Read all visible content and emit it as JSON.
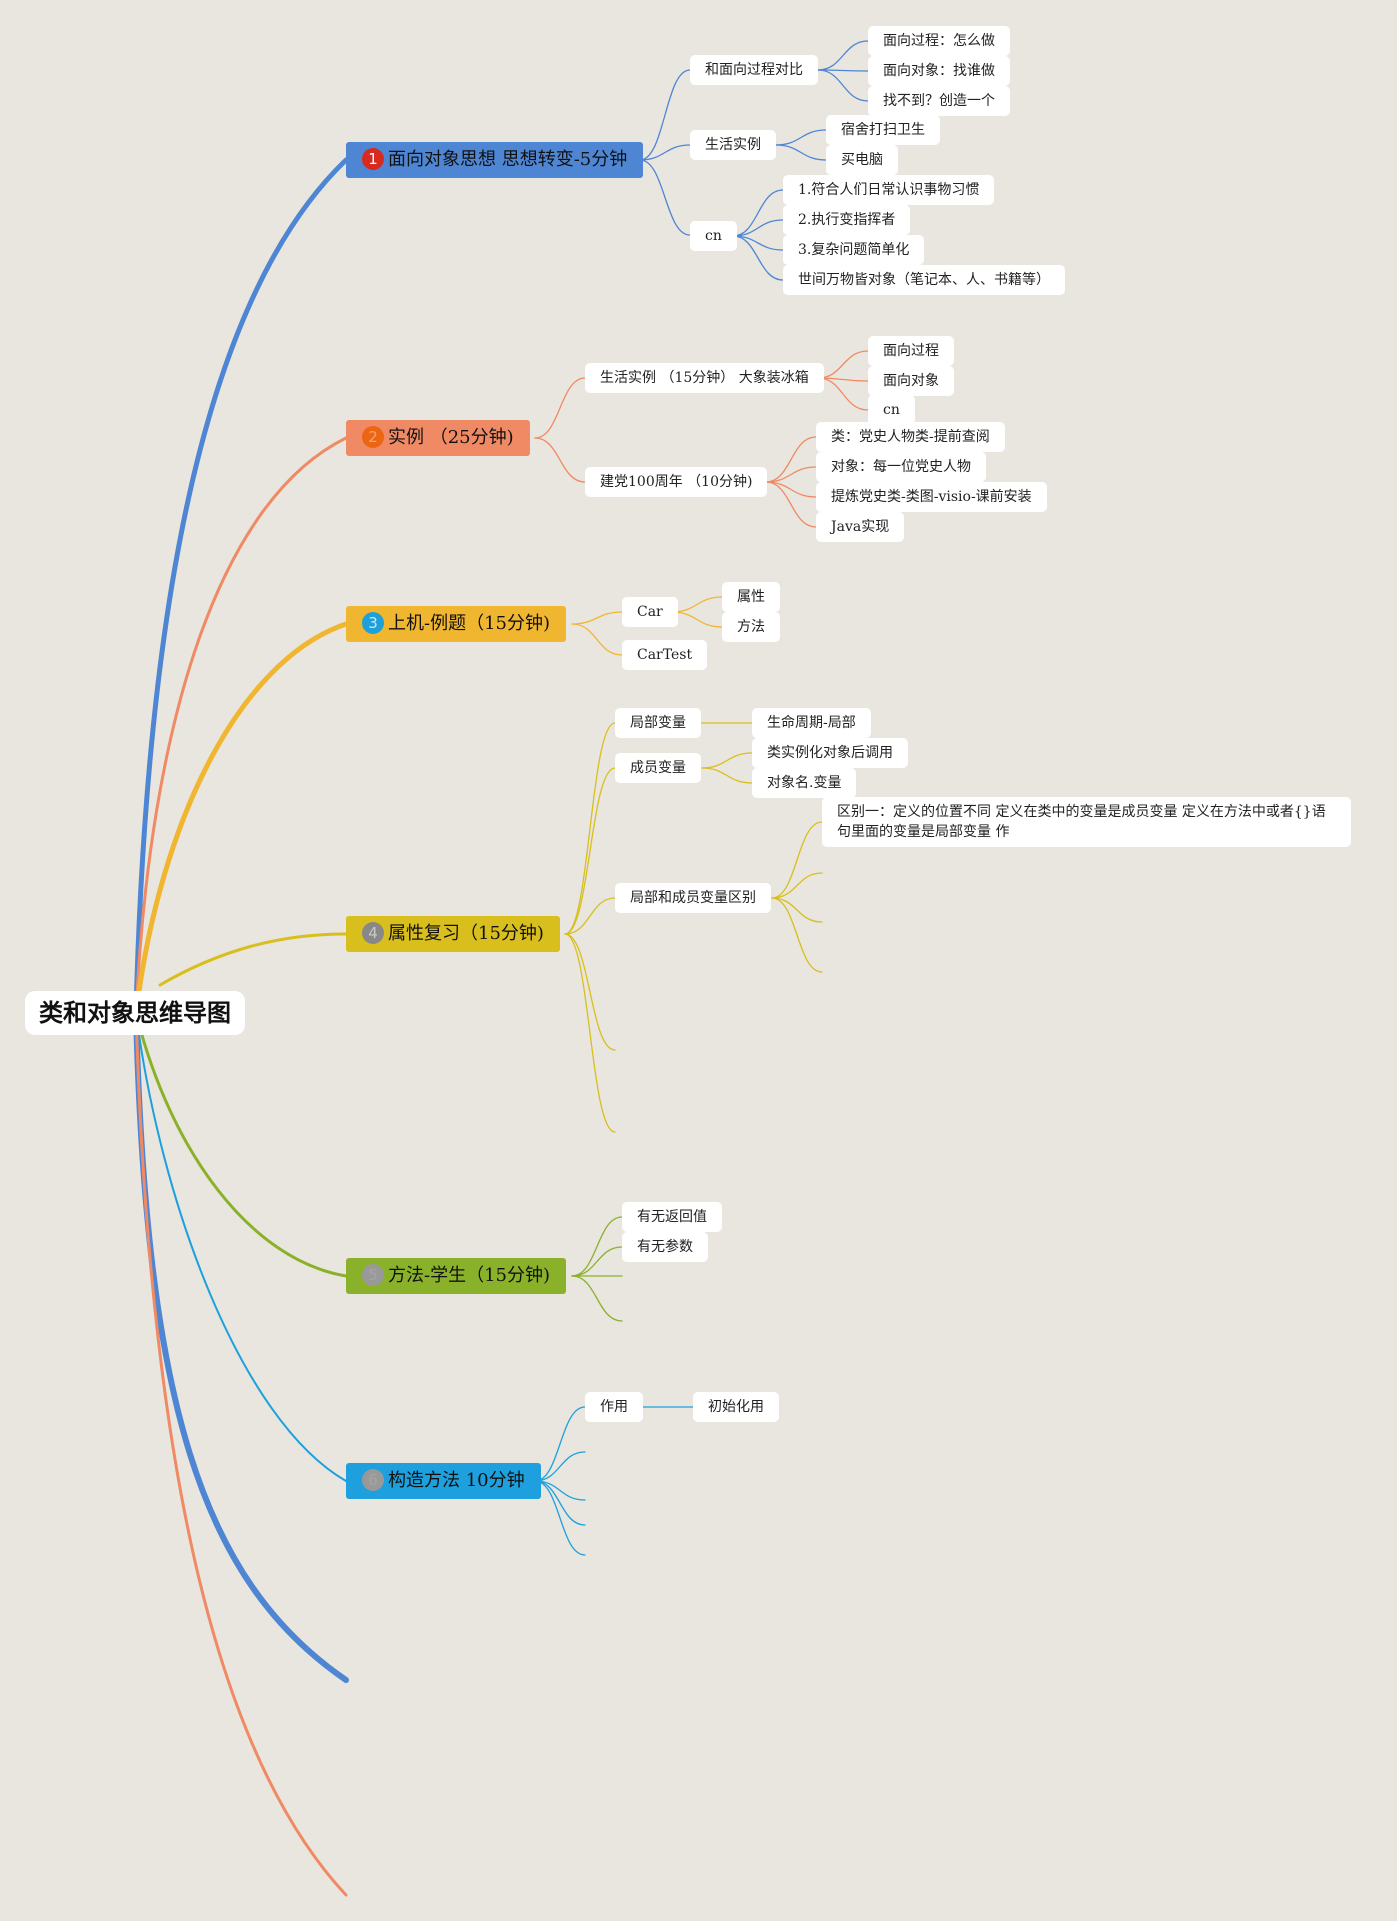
{
  "root": {
    "label": "类和对象思维导图"
  },
  "branches": [
    {
      "number": "1",
      "label": "面向对象思想 思想转变-5分钟",
      "color": "#4e86d4",
      "badge_color": "#d62b1e",
      "badge_text_color": "#ffffff",
      "children": [
        {
          "label": "和面向过程对比",
          "children": [
            "面向过程：怎么做",
            "面向对象：找谁做",
            "找不到？创造一个"
          ]
        },
        {
          "label": "生活实例",
          "children": [
            "宿舍打扫卫生",
            "买电脑"
          ]
        },
        {
          "label": "cn",
          "children": [
            "1.符合人们日常认识事物习惯",
            "2.执行变指挥者",
            "3.复杂问题简单化",
            "世间万物皆对象（笔记本、人、书籍等）"
          ]
        }
      ]
    },
    {
      "number": "2",
      "label": "实例 （25分钟)",
      "color": "#f08a65",
      "badge_color": "#ec6513",
      "badge_text_color": "#f5a36e",
      "children": [
        {
          "label": "生活实例 （15分钟） 大象装冰箱",
          "children": [
            "面向过程",
            "面向对象",
            "cn"
          ]
        },
        {
          "label": "建党100周年 （10分钟)",
          "children": [
            "类：党史人物类-提前查阅",
            "对象：每一位党史人物",
            "提炼党史类-类图-visio-课前安装",
            "Java实现"
          ]
        }
      ]
    },
    {
      "number": "3",
      "label": "上机-例题（15分钟)",
      "color": "#f0b630",
      "badge_color": "#1fa0d8",
      "badge_text_color": "#c8e8f5",
      "children": [
        {
          "label": "Car",
          "children": [
            "属性",
            "方法"
          ]
        },
        {
          "label": "CarTest",
          "children": []
        }
      ]
    },
    {
      "number": "4",
      "label": "属性复习（15分钟)",
      "color": "#d9bf1d",
      "badge_color": "#888888",
      "badge_text_color": "#c9c9c9",
      "children": [
        {
          "label": "局部变量",
          "children": [
            "生命周期-局部"
          ]
        },
        {
          "label": "成员变量",
          "children": [
            "类实例化对象后调用",
            "对象名.变量"
          ]
        },
        {
          "label": "局部和成员变量区别",
          "children": [
            "区别一：定义的位置不同 定义在类中的变量是成员变量 定义在方法中或者{}语句里面的变量是局部变量 作"
          ]
        }
      ]
    },
    {
      "number": "5",
      "label": "方法-学生（15分钟)",
      "color": "#8ab12a",
      "badge_color": "#999999",
      "badge_text_color": "#a5a5a5",
      "children": [
        {
          "label": "有无返回值",
          "children": []
        },
        {
          "label": "有无参数",
          "children": []
        }
      ]
    },
    {
      "number": "6",
      "label": "构造方法 10分钟",
      "color": "#1da0dd",
      "badge_color": "#999999",
      "badge_text_color": "#a5a5a5",
      "children": [
        {
          "label": "作用",
          "children": [
            "初始化用"
          ]
        }
      ]
    }
  ]
}
